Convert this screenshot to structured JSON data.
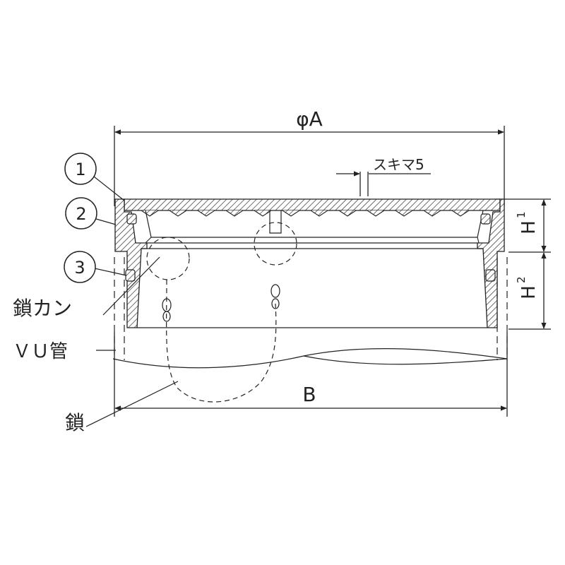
{
  "dimensions": {
    "diameter_a": "φA",
    "width_b": "B",
    "h1_main": "H",
    "h1_sub": "1",
    "h2_main": "H",
    "h2_sub": "2",
    "gap": "スキマ5"
  },
  "callouts": [
    {
      "number": "1"
    },
    {
      "number": "2"
    },
    {
      "number": "3"
    }
  ],
  "parts": {
    "chain_ring": "鎖カン",
    "vu_pipe": "ＶＵ管",
    "chain": "鎖"
  },
  "colors": {
    "line": "#222222",
    "hatch": "#333333",
    "background": "#ffffff"
  }
}
